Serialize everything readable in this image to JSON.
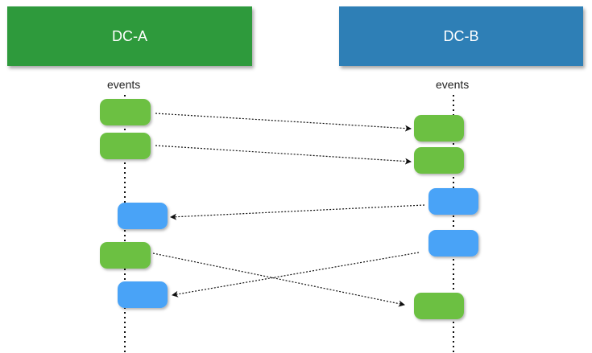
{
  "datacenters": {
    "a": {
      "label": "DC-A",
      "color": "#2e9a3c"
    },
    "b": {
      "label": "DC-B",
      "color": "#2e7fb6"
    }
  },
  "timeline_label": "events",
  "event_colors": {
    "green": "#6cc043",
    "blue": "#4aa3f7"
  }
}
